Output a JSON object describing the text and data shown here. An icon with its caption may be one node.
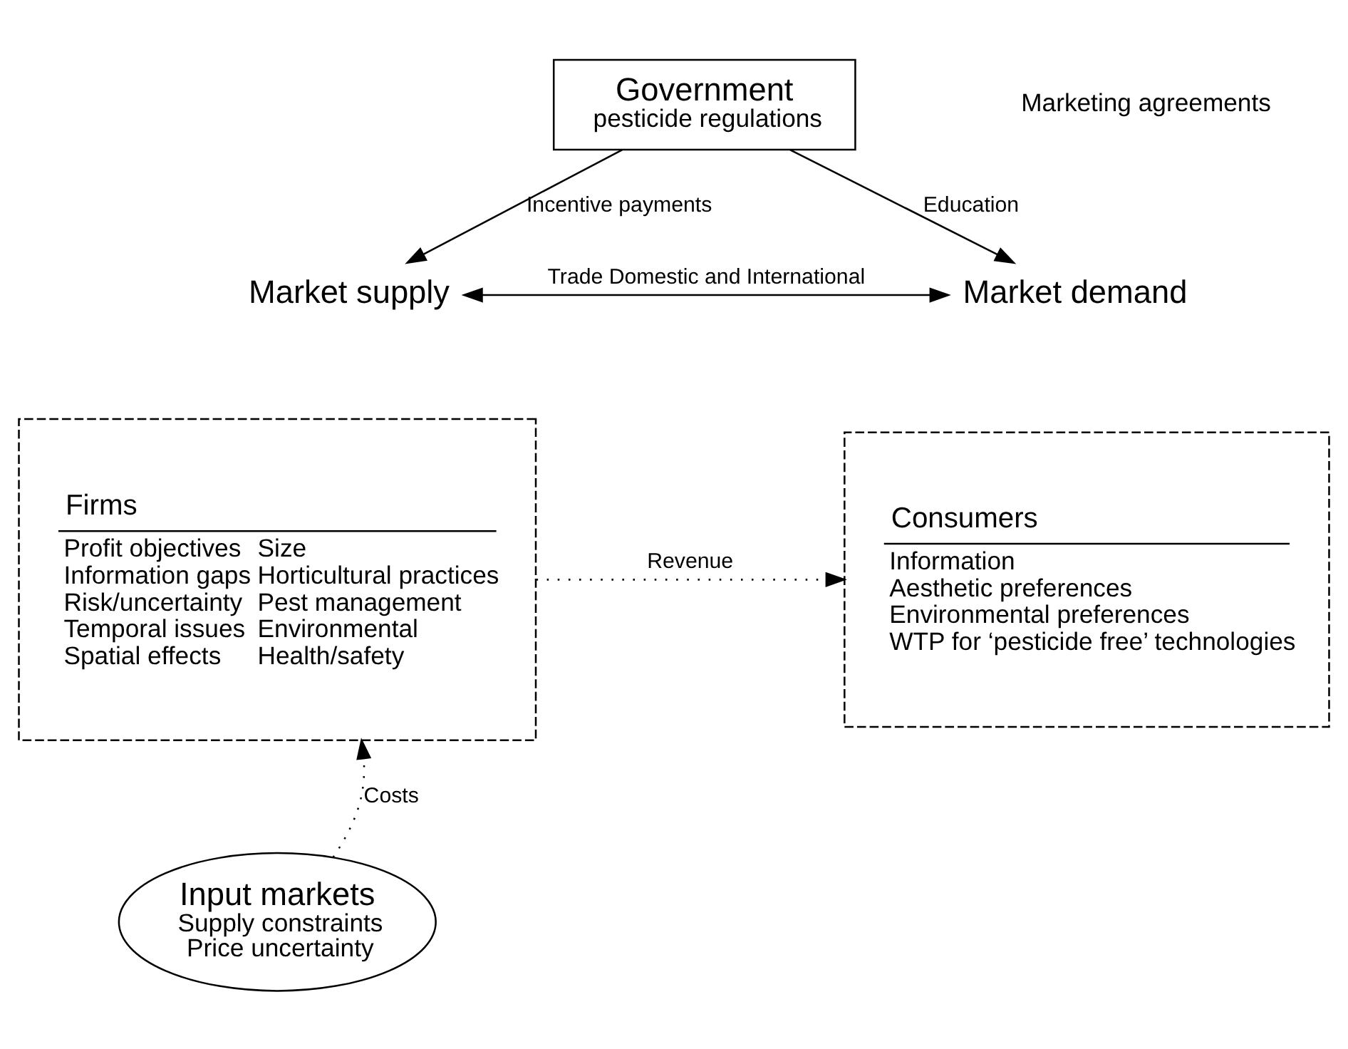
{
  "diagram": {
    "nodes": [
      {
        "text": [
          "Government",
          "pesticide regulations"
        ]
      },
      {
        "text": [
          "Market supply"
        ]
      },
      {
        "text": [
          "Market demand"
        ]
      },
      {
        "text": [
          "Firms",
          "Profit objectives",
          "Information gaps",
          "Risk/uncertainty",
          "Temporal issues",
          "Spatial effects",
          "Size",
          "Horticultural practices",
          "Pest management",
          "Environmental",
          "Health/safety"
        ]
      },
      {
        "text": [
          "Consumers",
          "Information",
          "Aesthetic preferences",
          "Environmental preferences",
          "WTP for ‘pesticide free’ technologies"
        ]
      },
      {
        "text": [
          "Input markets",
          "Supply constraints",
          "Price uncertainty"
        ]
      }
    ],
    "edges": [
      {
        "from": 0,
        "to": 1,
        "arrow": "to",
        "label": "Incentive payments"
      },
      {
        "from": 0,
        "to": 2,
        "arrow": "to",
        "label": "Education"
      },
      {
        "from": 1,
        "to": 2,
        "arrow": "both",
        "label": "Trade Domestic and International"
      },
      {
        "from": 3,
        "to": 4,
        "arrow": "to",
        "style": "dashed",
        "label": "Revenue"
      },
      {
        "from": 5,
        "to": 3,
        "arrow": "to",
        "style": "dashed",
        "label": "Costs"
      }
    ],
    "labels": [
      "Marketing agreements"
    ]
  }
}
